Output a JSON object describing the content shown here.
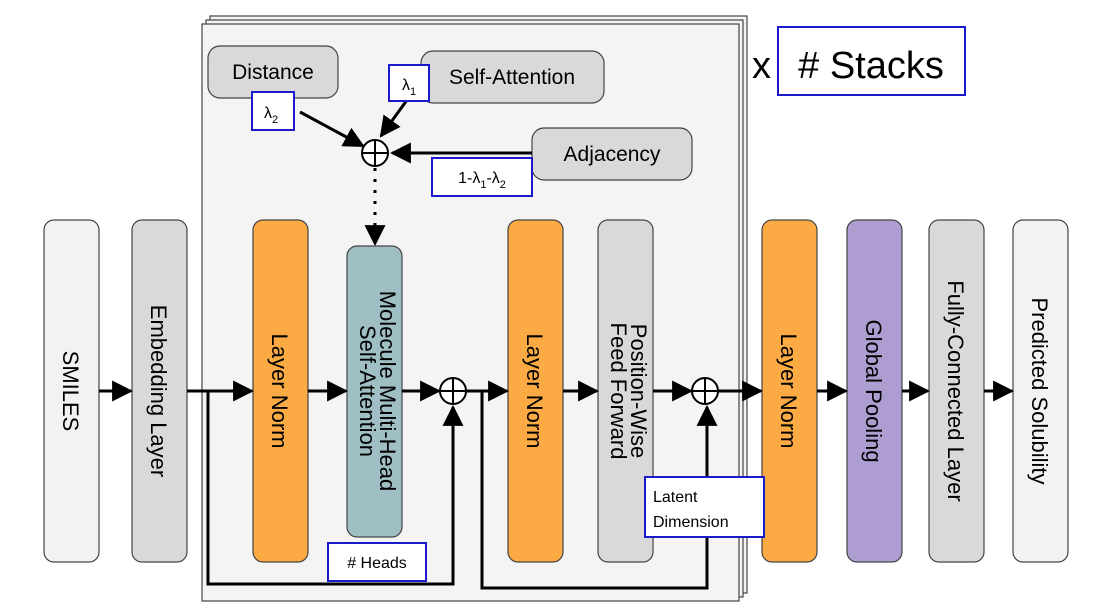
{
  "blocks": {
    "smiles": "SMILES",
    "embedding": "Embedding Layer",
    "layer_norm_1": "Layer Norm",
    "attention_line1": "Molecule Multi-Head",
    "attention_line2": "Self-Attention",
    "layer_norm_2": "Layer Norm",
    "ffn_line1": "Position-Wise",
    "ffn_line2": "Feed Forward",
    "layer_norm_3": "Layer Norm",
    "global_pooling": "Global Pooling",
    "fully_connected": "Fully-Connected Layer",
    "predicted": "Predicted Solubility"
  },
  "attention_inputs": {
    "distance": "Distance",
    "self_attention": "Self-Attention",
    "adjacency": "Adjacency"
  },
  "weights": {
    "lambda_symbol": "λ",
    "lambda1_sub": "1",
    "lambda2_sub": "2",
    "adjacency_prefix": "1-",
    "minus": "-"
  },
  "hyperparameters": {
    "stack_prefix": "x",
    "stacks": "# Stacks",
    "heads": "# Heads",
    "latent_line1": "Latent",
    "latent_line2": "Dimension"
  },
  "colors": {
    "orange": "#fbaa44",
    "light_gray": "#f2f2f2",
    "mid_gray": "#d9d9d9",
    "teal": "#9fbfc4",
    "purple": "#ad9dd1",
    "blue_border": "#1a1acc"
  }
}
